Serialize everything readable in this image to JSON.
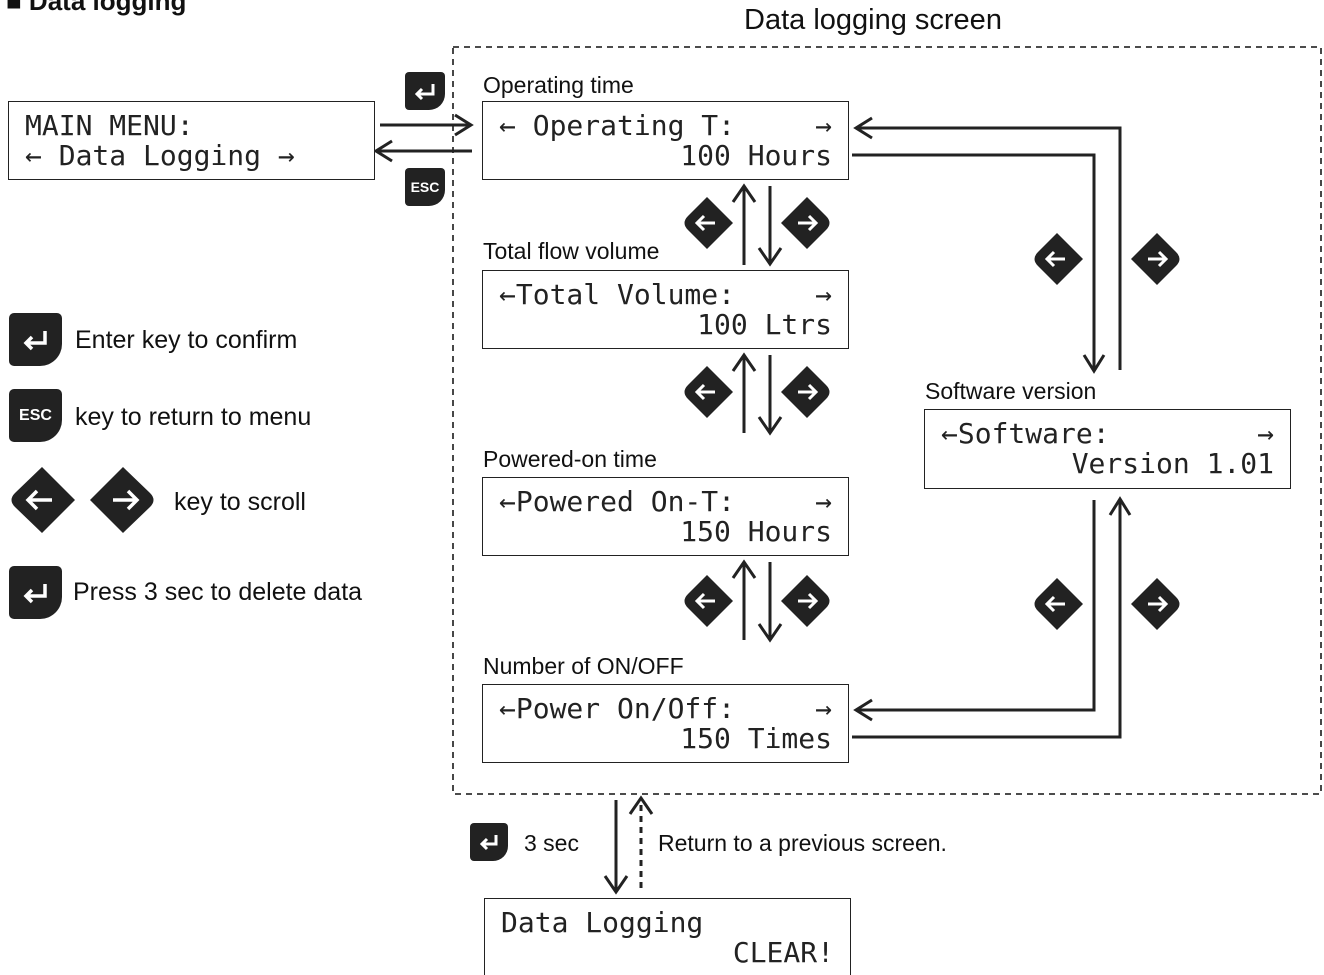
{
  "heading": "■ Data logging",
  "region_title": "Data logging screen",
  "main_menu": {
    "line1": "MAIN MENU:",
    "line2": "← Data Logging →"
  },
  "screens": {
    "operating": {
      "caption": "Operating time",
      "line1_left": "← Operating T:",
      "line1_right": "→",
      "line2": "100 Hours"
    },
    "total_volume": {
      "caption": "Total flow volume",
      "line1_left": "←Total Volume:",
      "line1_right": "→",
      "line2": "100 Ltrs"
    },
    "powered_on": {
      "caption": "Powered-on time",
      "line1_left": "←Powered On-T:",
      "line1_right": "→",
      "line2": "150 Hours"
    },
    "onoff": {
      "caption": "Number of ON/OFF",
      "line1_left": "←Power On/Off:",
      "line1_right": "→",
      "line2": "150 Times"
    },
    "software": {
      "caption": "Software version",
      "line1_left": "←Software:",
      "line1_right": "→",
      "line2": "Version 1.01"
    },
    "clear": {
      "line1": "Data Logging",
      "line2": "CLEAR!"
    }
  },
  "keys": {
    "esc": "ESC"
  },
  "legend": {
    "enter": "Enter key to confirm",
    "esc": "key to return to menu",
    "scroll": "key to scroll",
    "delete": "Press 3 sec to delete data"
  },
  "bottom": {
    "hold": "3 sec",
    "return": "Return to a previous screen."
  },
  "icons": [
    "enter-key-icon",
    "esc-key-icon",
    "left-arrow-key-icon",
    "right-arrow-key-icon"
  ],
  "colors": {
    "ink": "#222222",
    "background": "#ffffff"
  }
}
